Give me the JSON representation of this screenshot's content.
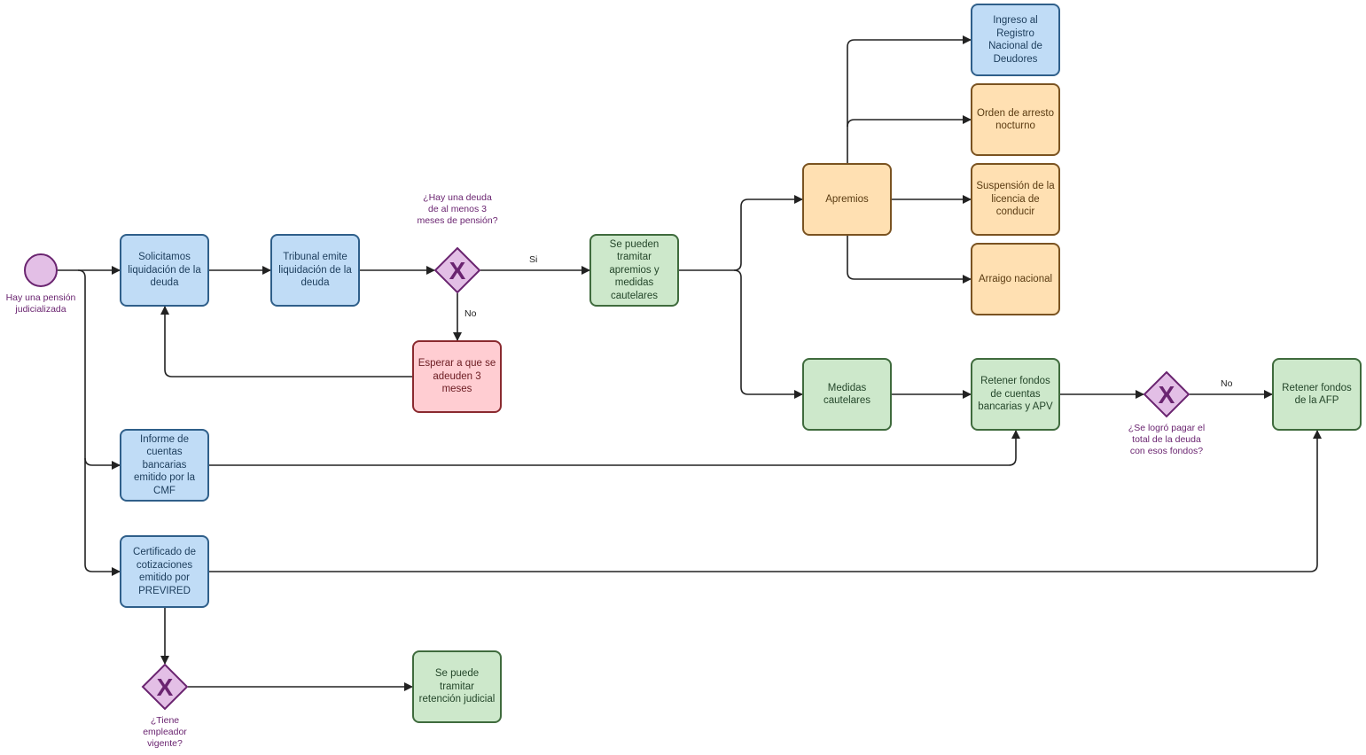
{
  "colors": {
    "start_fill": "#e3bfe6",
    "start_stroke": "#6a2470",
    "gateway_fill": "#e3bfe6",
    "gateway_stroke": "#6a2470",
    "edge": "#222222"
  },
  "start": {
    "label": "Hay una pensión judicializada"
  },
  "tasks": {
    "solicitamos": "Solicitamos liquidación de la deuda",
    "tribunal": "Tribunal emite liquidación de la deuda",
    "se_pueden": "Se pueden tramitar apremios y medidas cautelares",
    "esperar": "Esperar a que se adeuden 3 meses",
    "apremios": "Apremios",
    "medidas": "Medidas cautelares",
    "registro": "Ingreso al Registro Nacional de Deudores",
    "arresto": "Orden de arresto nocturno",
    "licencia": "Suspensión de la licencia de conducir",
    "arraigo": "Arraigo nacional",
    "retener_cuentas": "Retener fondos de cuentas bancarias y APV",
    "retener_afp": "Retener fondos de la AFP",
    "informe": "Informe de cuentas bancarias emitido por la CMF",
    "certificado": "Certificado de cotizaciones emitido por PREVIRED",
    "retencion": "Se puede tramitar retención judicial"
  },
  "gateways": {
    "deuda": "¿Hay una deuda de al menos 3 meses de pensión?",
    "pagar": "¿Se logró pagar el total de la deuda con esos fondos?",
    "empleador": "¿Tiene empleador vigente?",
    "marker": "X"
  },
  "edge_labels": {
    "si": "Si",
    "no_deuda": "No",
    "no_pagar": "No"
  }
}
